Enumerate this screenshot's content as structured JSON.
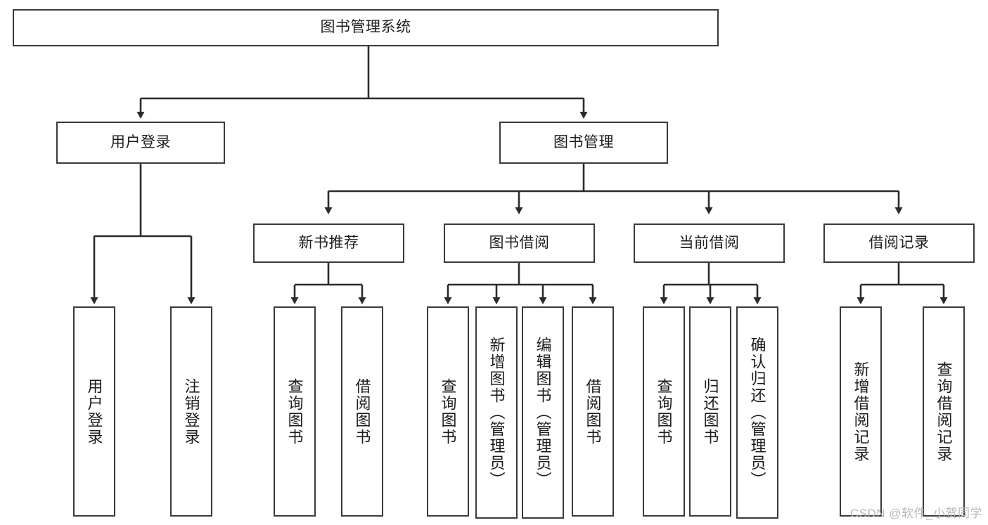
{
  "diagram": {
    "title_node": {
      "label": "图书管理系统"
    },
    "level1": [
      {
        "id": "user-login",
        "label": "用户登录"
      },
      {
        "id": "book-management",
        "label": "图书管理"
      }
    ],
    "level2": [
      {
        "id": "new-book-recommend",
        "label": "新书推荐"
      },
      {
        "id": "book-borrow",
        "label": "图书借阅"
      },
      {
        "id": "current-borrow",
        "label": "当前借阅"
      },
      {
        "id": "borrow-record",
        "label": "借阅记录"
      }
    ],
    "leaves": [
      {
        "id": "leaf-user-login",
        "label": "用户登录",
        "parent": "user-login"
      },
      {
        "id": "leaf-user-logout",
        "label": "注销登录",
        "parent": "user-login"
      },
      {
        "id": "leaf-query-book-1",
        "label": "查询图书",
        "parent": "new-book-recommend"
      },
      {
        "id": "leaf-borrow-book-1",
        "label": "借阅图书",
        "parent": "new-book-recommend"
      },
      {
        "id": "leaf-query-book-2",
        "label": "查询图书",
        "parent": "book-borrow"
      },
      {
        "id": "leaf-add-book",
        "label": "新增图书（管理员）",
        "parent": "book-borrow"
      },
      {
        "id": "leaf-edit-book",
        "label": "编辑图书（管理员）",
        "parent": "book-borrow"
      },
      {
        "id": "leaf-borrow-book-2",
        "label": "借阅图书",
        "parent": "book-borrow"
      },
      {
        "id": "leaf-query-book-3",
        "label": "查询图书",
        "parent": "current-borrow"
      },
      {
        "id": "leaf-return-book",
        "label": "归还图书",
        "parent": "current-borrow"
      },
      {
        "id": "leaf-confirm-return",
        "label": "确认归还（管理员）",
        "parent": "current-borrow"
      },
      {
        "id": "leaf-add-record",
        "label": "新增借阅记录",
        "parent": "borrow-record"
      },
      {
        "id": "leaf-query-record",
        "label": "查询借阅记录",
        "parent": "borrow-record"
      }
    ],
    "watermark": "CSDN @软件_小贺同学",
    "colors": {
      "border": "#3a3a3a",
      "background": "#ffffff",
      "text": "#1d1d1d",
      "watermark": "#b9b9b9"
    }
  }
}
